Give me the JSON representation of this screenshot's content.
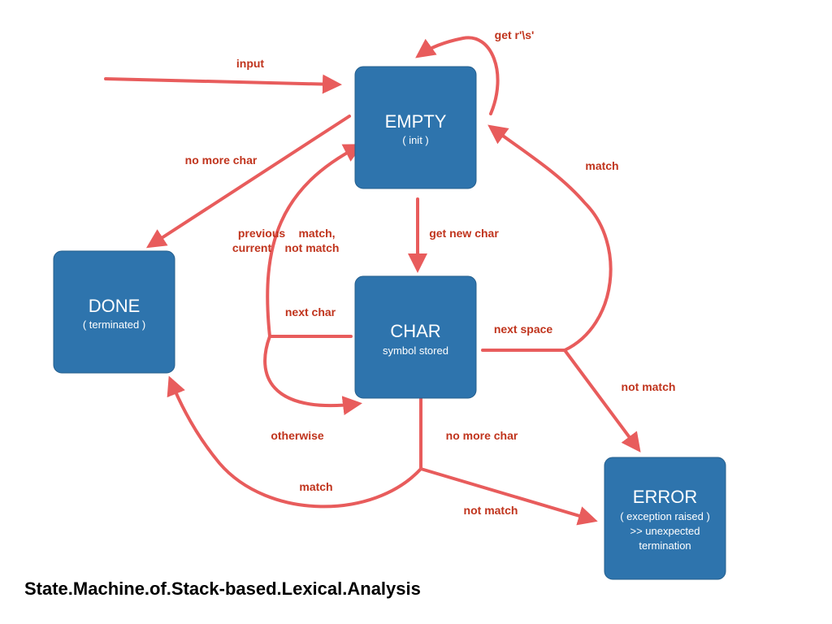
{
  "colors": {
    "state_fill": "#2e74ad",
    "arrow": "#e85c5c",
    "label": "#c0341d"
  },
  "states": {
    "empty": {
      "name": "EMPTY",
      "sub": [
        "( init )"
      ]
    },
    "done": {
      "name": "DONE",
      "sub": [
        "( terminated )"
      ]
    },
    "char": {
      "name": "CHAR",
      "sub": [
        "symbol stored"
      ]
    },
    "error": {
      "name": "ERROR",
      "sub": [
        "( exception raised )",
        ">> unexpected",
        "termination"
      ]
    }
  },
  "labels": {
    "input": "input",
    "get_rs": "get r'\\s'",
    "no_more_char_empty": "no more char",
    "match_error_empty": "match",
    "previous": "previous",
    "current": "current",
    "match_comma": "match,",
    "not_match_prev": "not match",
    "get_new_char": "get new char",
    "next_char": "next char",
    "next_space": "next space",
    "not_match_space": "not match",
    "otherwise": "otherwise",
    "no_more_char_char": "no more char",
    "match_done": "match",
    "not_match_error": "not match"
  },
  "caption": "State.Machine.of.Stack-based.Lexical.Analysis"
}
